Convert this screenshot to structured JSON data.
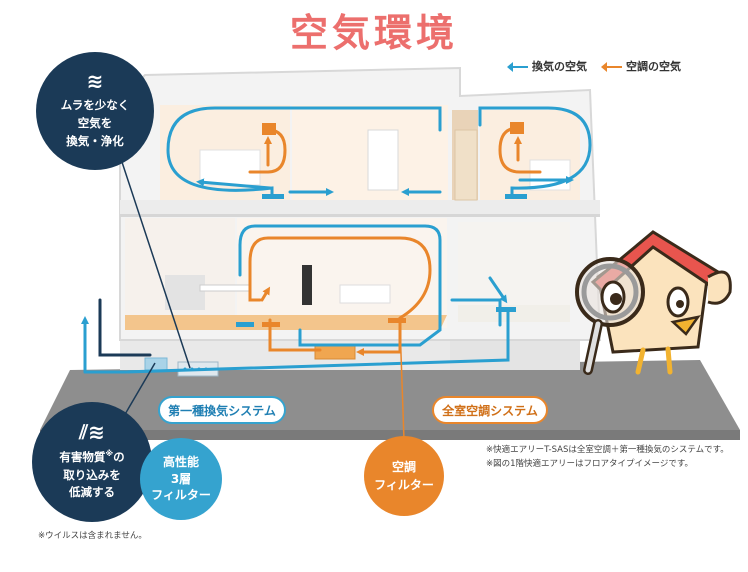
{
  "title": "空気環境",
  "legend": {
    "ventilation_label": "換気の空気",
    "aircon_label": "空調の空気",
    "ventilation_color": "#2a9fd0",
    "aircon_color": "#e9862b"
  },
  "callouts": {
    "mura": {
      "lines": [
        "ムラを少なく",
        "空気を",
        "換気・浄化"
      ]
    },
    "harmful": {
      "line1_a": "有害物質",
      "line1_mark": "※",
      "line1_b": "の",
      "line2": "取り込みを",
      "line3": "低減する"
    },
    "filter3": {
      "lines": [
        "高性能",
        "3層",
        "フィルター"
      ]
    },
    "acfilter": {
      "lines": [
        "空調",
        "フィルター"
      ]
    }
  },
  "systems": {
    "ventilation": "第一種換気システム",
    "aircon": "全室空調システム"
  },
  "notes": {
    "right_1": "※快適エアリーT-SASは全室空調＋第一種換気のシステムです。",
    "right_2": "※図の1階快適エアリーはフロアタイプイメージです。",
    "bottom": "※ウイルスは含まれません。"
  }
}
